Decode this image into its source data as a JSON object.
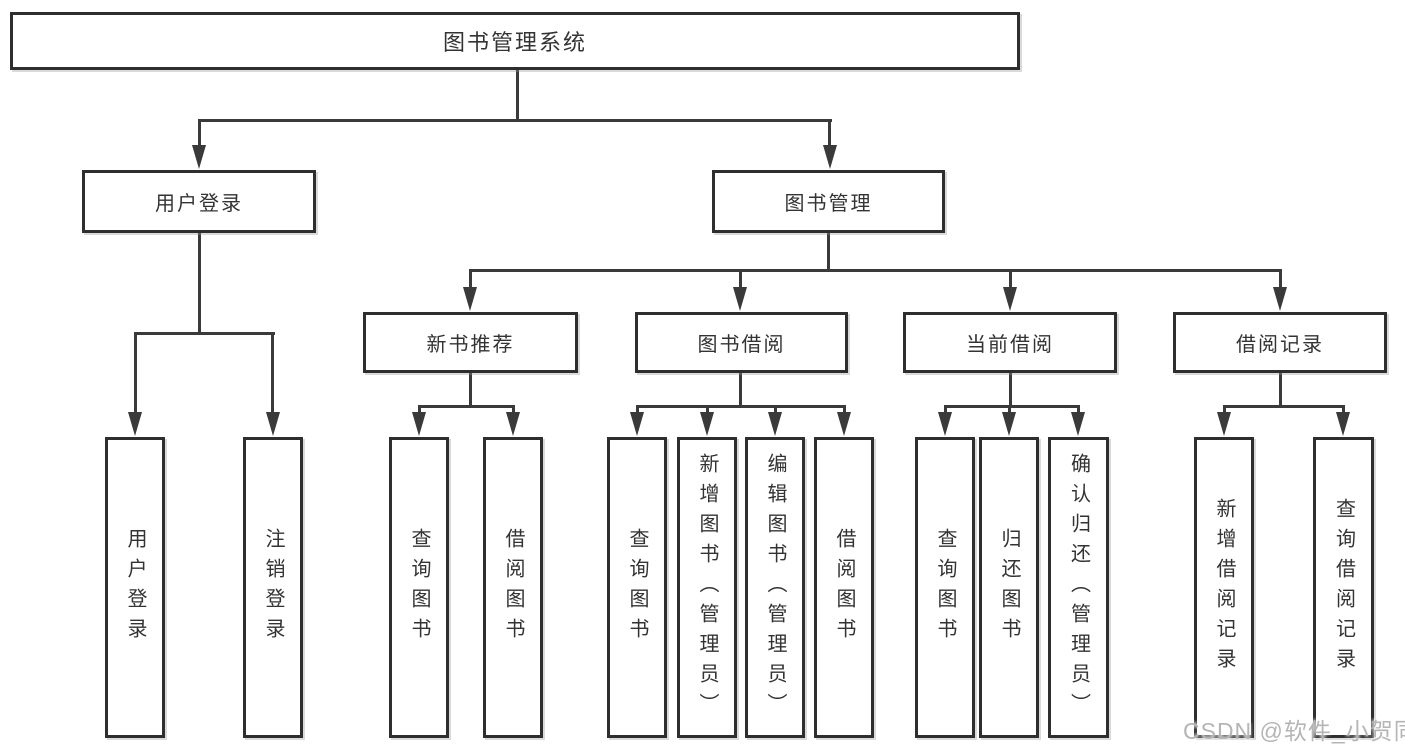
{
  "root": {
    "label": "图书管理系统"
  },
  "user_login": {
    "label": "用户登录",
    "children": [
      {
        "label": "用户登录"
      },
      {
        "label": "注销登录"
      }
    ]
  },
  "book_mgmt": {
    "label": "图书管理",
    "children": [
      {
        "label": "新书推荐",
        "children": [
          {
            "label": "查询图书"
          },
          {
            "label": "借阅图书"
          }
        ]
      },
      {
        "label": "图书借阅",
        "children": [
          {
            "label": "查询图书"
          },
          {
            "label": "新增图书（管理员）"
          },
          {
            "label": "编辑图书（管理员）"
          },
          {
            "label": "借阅图书"
          }
        ]
      },
      {
        "label": "当前借阅",
        "children": [
          {
            "label": "查询图书"
          },
          {
            "label": "归还图书"
          },
          {
            "label": "确认归还（管理员）"
          }
        ]
      },
      {
        "label": "借阅记录",
        "children": [
          {
            "label": "新增借阅记录"
          },
          {
            "label": "查询借阅记录"
          }
        ]
      }
    ]
  },
  "watermark": "CSDN @软件_小贺同学",
  "colors": {
    "line": "#3a3a3a",
    "border": "#2e2e2e",
    "text": "#333333",
    "watermark": "#b5b5b5",
    "background": "#ffffff"
  }
}
